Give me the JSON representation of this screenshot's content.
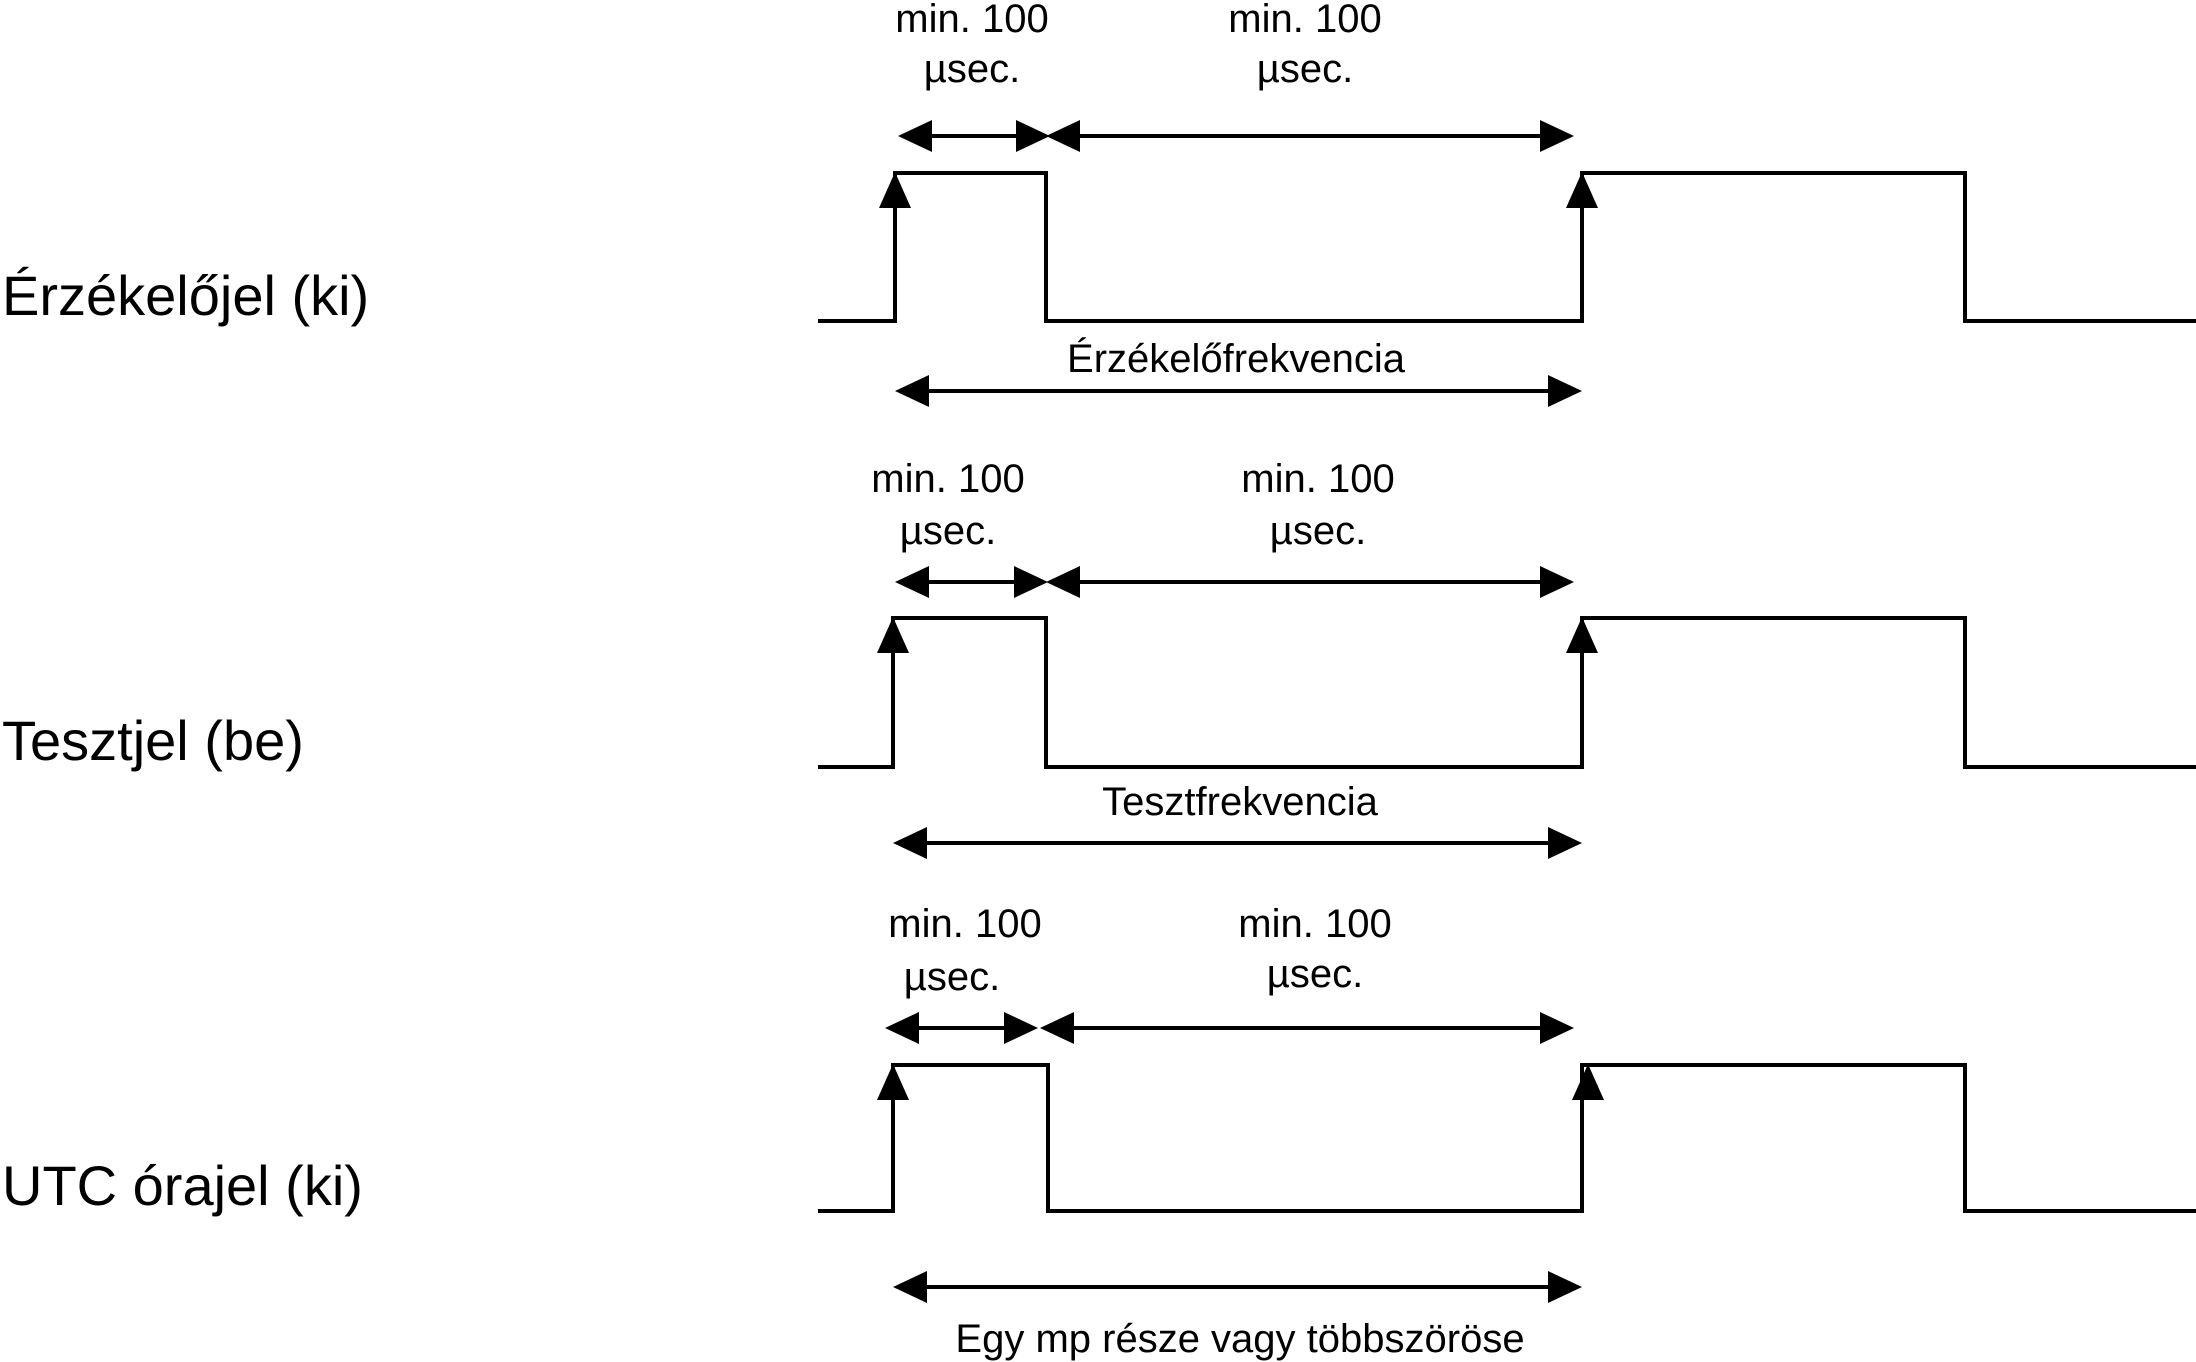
{
  "rows": [
    {
      "signal_label": "Érzékelőjel (ki)",
      "pulse_dim_label_1": "min. 100",
      "pulse_dim_label_2": "µsec.",
      "gap_dim_label_1": "min. 100",
      "gap_dim_label_2": "µsec.",
      "period_label": "Érzékelőfrekvencia"
    },
    {
      "signal_label": "Tesztjel (be)",
      "pulse_dim_label_1": "min. 100",
      "pulse_dim_label_2": "µsec.",
      "gap_dim_label_1": "min. 100",
      "gap_dim_label_2": "µsec.",
      "period_label": "Tesztfrekvencia"
    },
    {
      "signal_label": "UTC órajel (ki)",
      "pulse_dim_label_1": "min. 100",
      "pulse_dim_label_2": "µsec.",
      "gap_dim_label_1": "min. 100",
      "gap_dim_label_2": "µsec.",
      "period_label": "Egy mp része vagy többszöröse"
    }
  ],
  "colors": {
    "ink": "#000000",
    "background": "#ffffff"
  }
}
